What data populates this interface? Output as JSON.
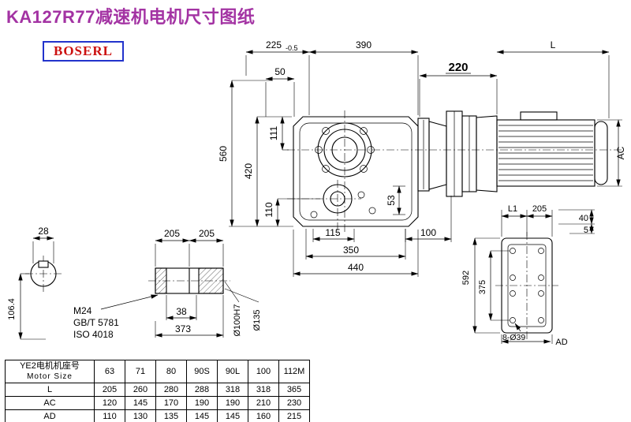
{
  "header": {
    "title": "KA127R77减速机电机尺寸图纸",
    "logo": "BOSERL"
  },
  "colors": {
    "title_color": "#a333a3",
    "logo_text_color": "#cc1111",
    "logo_border_color": "#2233cc",
    "line_color": "#000000"
  },
  "drawing": {
    "dims": {
      "d225": "225",
      "d225_tol": "-0.5",
      "d390": "390",
      "d50": "50",
      "d220": "220",
      "dL": "L",
      "d560": "560",
      "d420": "420",
      "d111": "111",
      "d110": "110",
      "d53": "53",
      "d115": "115",
      "d100": "100",
      "d350": "350",
      "d440": "440",
      "dAC": "AC",
      "d28": "28",
      "d106_4": "106.4",
      "d205a": "205",
      "d205b": "205",
      "m24": "M24",
      "gbt5781": "GB/T 5781",
      "iso4018": "ISO 4018",
      "d38": "38",
      "d373": "373",
      "dia100": "Ø100H7",
      "dia135": "Ø135",
      "dL1": "L1",
      "d205c": "205",
      "d40": "40",
      "d5": "5",
      "d592": "592",
      "d375": "375",
      "d8d39": "8-Ø39",
      "dAD": "AD"
    }
  },
  "table": {
    "header_cn": "YE2电机机座号",
    "header_en": "Motor Size",
    "sizes": [
      "63",
      "71",
      "80",
      "90S",
      "90L",
      "100",
      "112M"
    ],
    "rows": [
      {
        "label": "L",
        "values": [
          "205",
          "260",
          "280",
          "288",
          "318",
          "318",
          "365"
        ]
      },
      {
        "label": "AC",
        "values": [
          "120",
          "145",
          "170",
          "190",
          "190",
          "210",
          "230"
        ]
      },
      {
        "label": "AD",
        "values": [
          "110",
          "130",
          "135",
          "145",
          "145",
          "160",
          "215"
        ]
      }
    ]
  }
}
